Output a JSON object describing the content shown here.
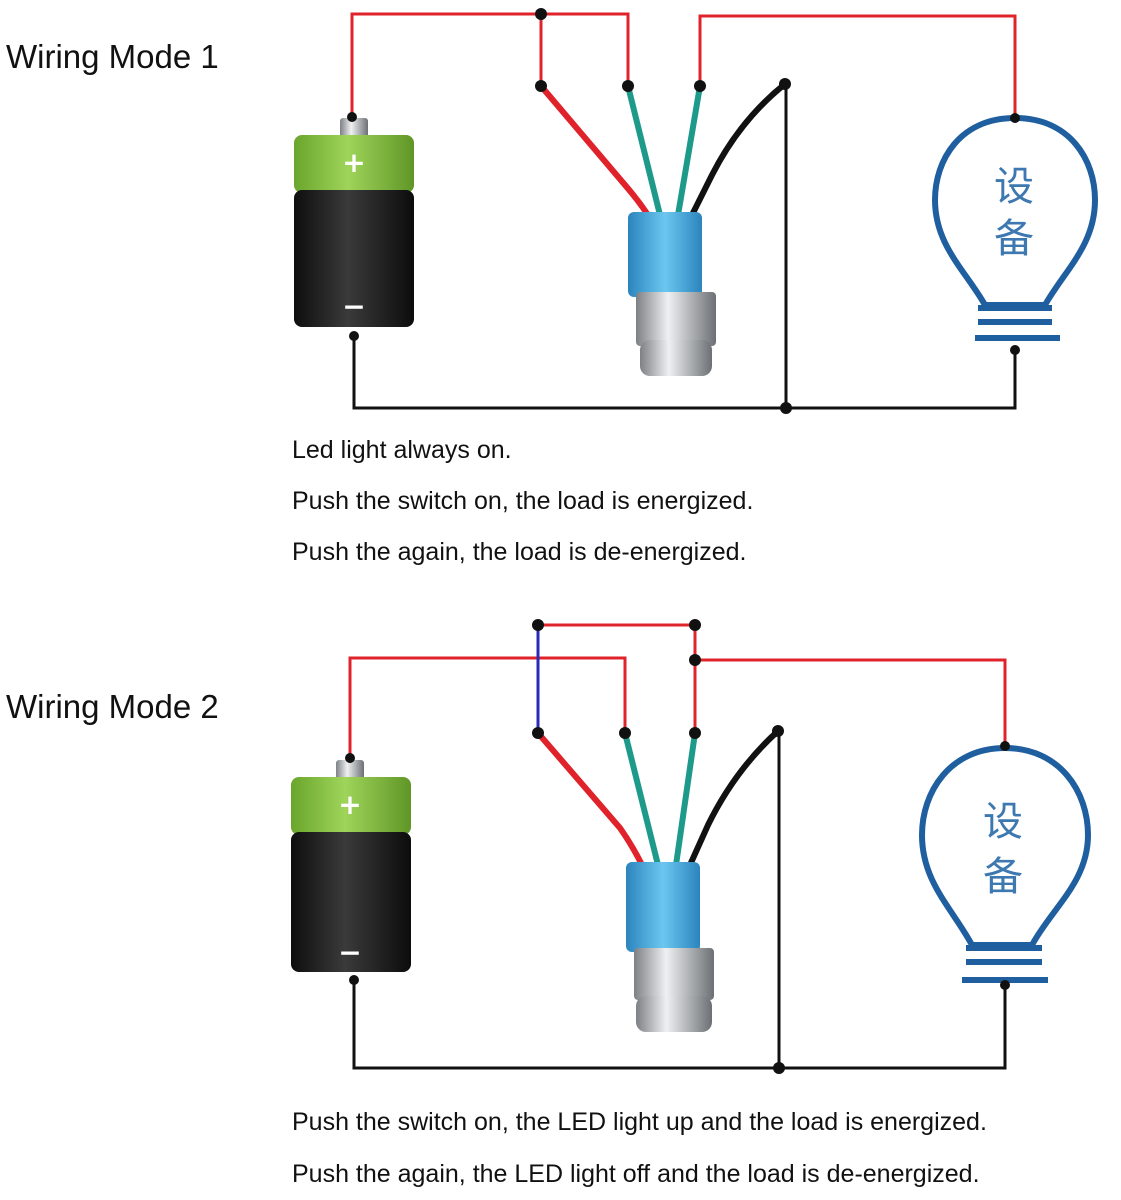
{
  "colors": {
    "wire_red": "#e0232b",
    "wire_black": "#111111",
    "wire_green": "#1e9a8a",
    "wire_blue": "#2a2ab8",
    "bulb": "#1f5f9f",
    "battery_top": "#7fbf3a",
    "battery_body": "#1e1e1e",
    "switch_connector": "#3aa3d8",
    "switch_metal": "#b9bcbf"
  },
  "mode1": {
    "title": "Wiring Mode 1",
    "battery": {
      "plus": "+",
      "minus": "−"
    },
    "bulb_label": [
      "设",
      "备"
    ],
    "captions": [
      "Led light always on.",
      "Push the switch on, the load is energized.",
      "Push the again, the load is de-energized."
    ]
  },
  "mode2": {
    "title": "Wiring Mode 2",
    "battery": {
      "plus": "+",
      "minus": "−"
    },
    "bulb_label": [
      "设",
      "备"
    ],
    "captions": [
      "Push the switch on, the LED light up and the load is energized.",
      "Push the again, the LED light off and the load is de-energized."
    ]
  }
}
